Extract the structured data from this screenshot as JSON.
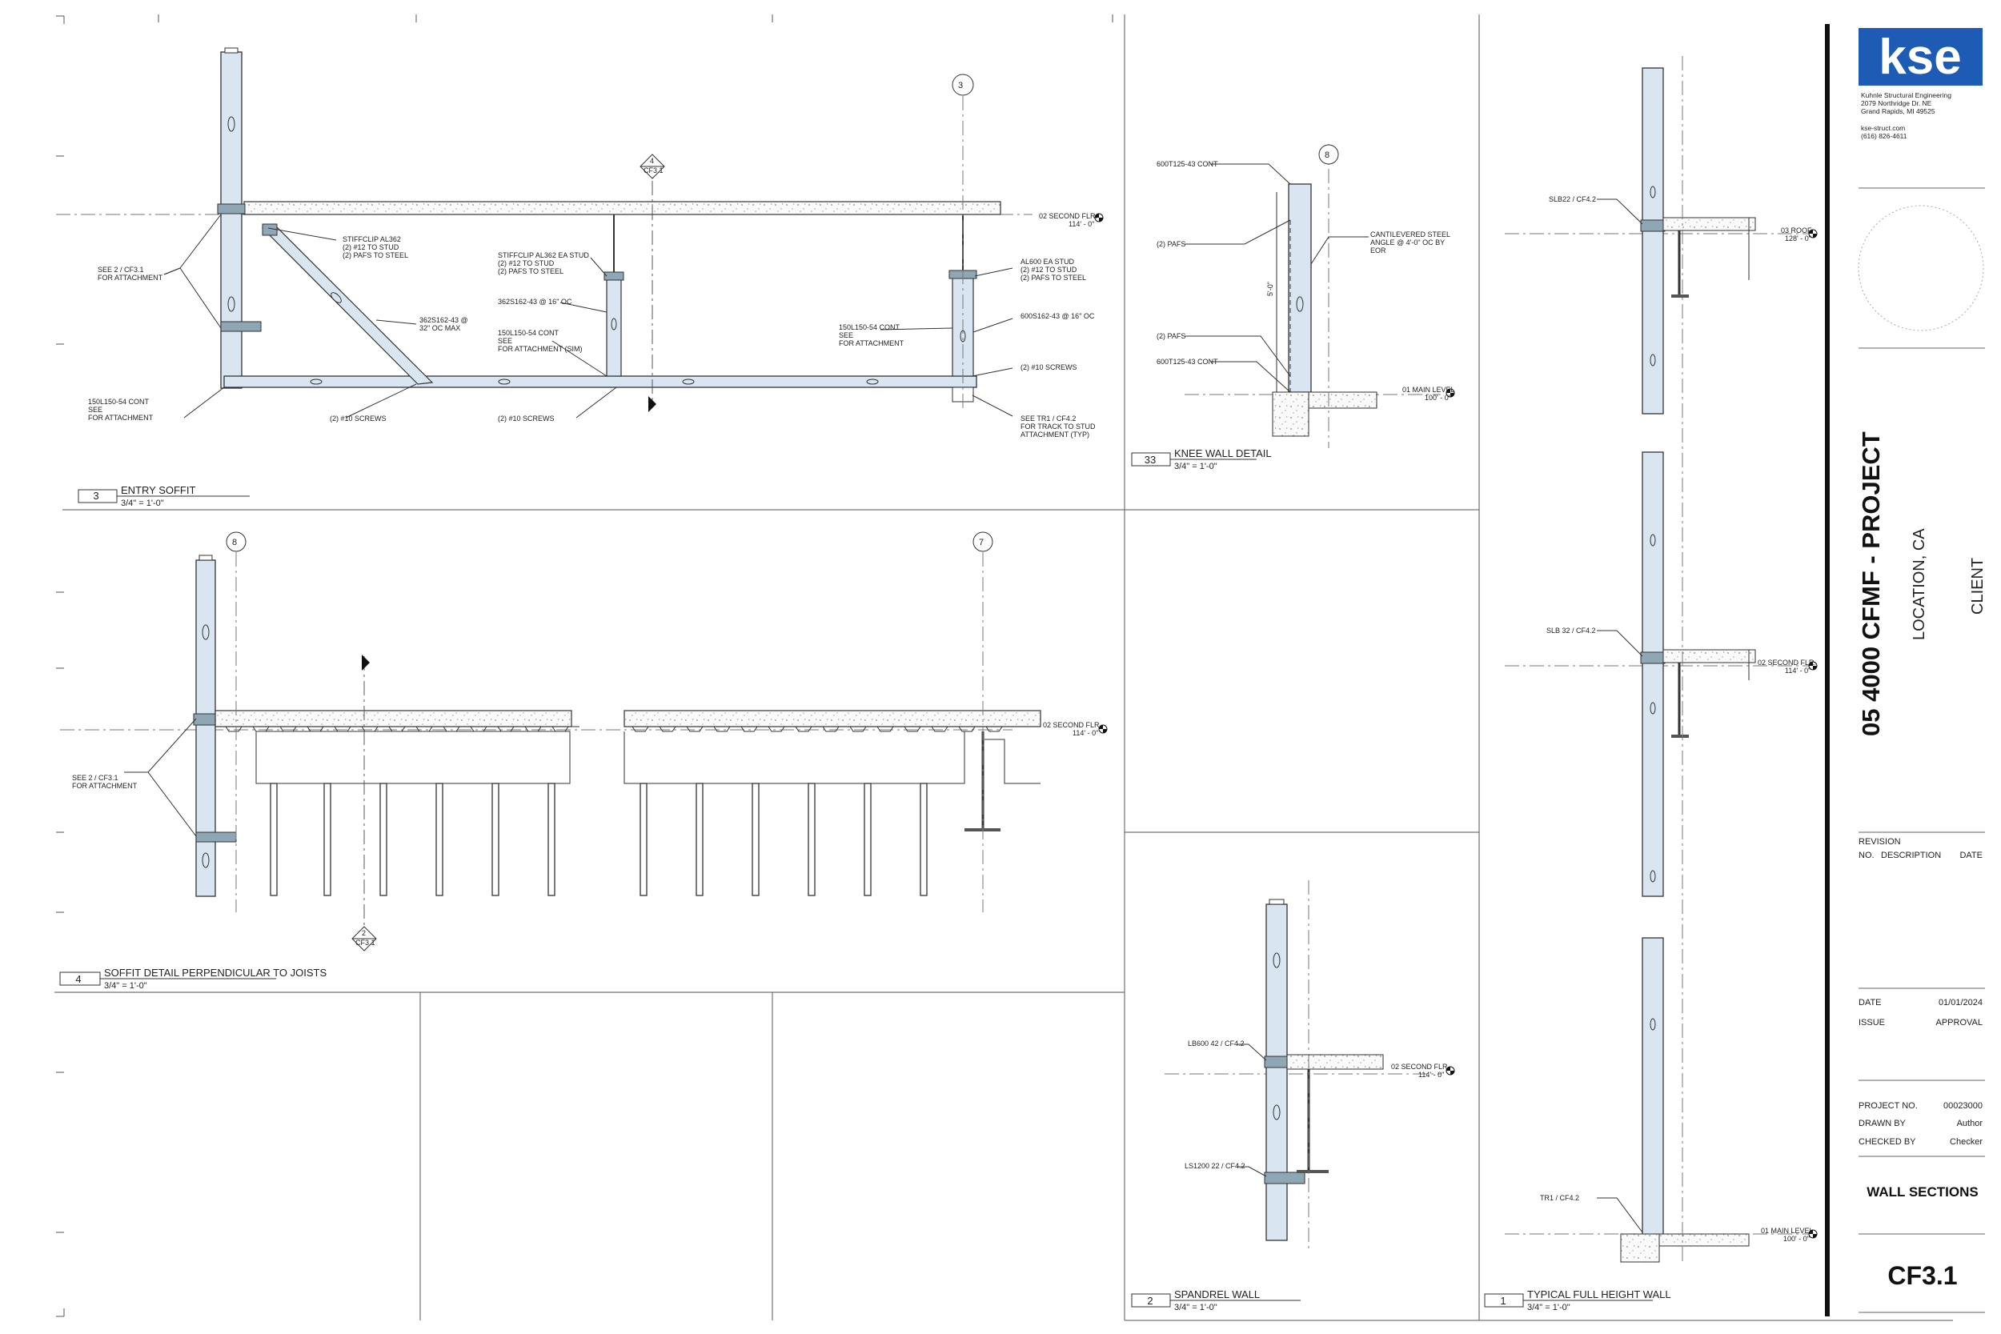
{
  "firm": {
    "logo": "kse",
    "name": "Kuhnle Structural Engineering",
    "address1": "2079 Northridge Dr. NE",
    "address2": "Grand Rapids, MI 49525",
    "web": "kse-struct.com",
    "phone": "(616) 826-4611",
    "brand_color": "#1e5bb5"
  },
  "project": {
    "title": "05 4000 CFMF - PROJECT",
    "location": "LOCATION, CA",
    "client": "CLIENT"
  },
  "revision": {
    "label": "REVISION",
    "col_no": "NO.",
    "col_desc": "DESCRIPTION",
    "col_date": "DATE"
  },
  "meta": {
    "date_label": "DATE",
    "date": "01/01/2024",
    "issue_label": "ISSUE",
    "issue": "APPROVAL",
    "project_no_label": "PROJECT NO.",
    "project_no": "00023000",
    "drawn_by_label": "DRAWN BY",
    "drawn_by": "Author",
    "checked_by_label": "CHECKED BY",
    "checked_by": "Checker"
  },
  "sheet": {
    "name": "WALL SECTIONS",
    "number": "CF3.1"
  },
  "details": {
    "d3": {
      "num": "3",
      "title": "ENTRY SOFFIT",
      "scale": "3/4\" = 1'-0\""
    },
    "d4": {
      "num": "4",
      "title": "SOFFIT DETAIL PERPENDICULAR TO JOISTS",
      "scale": "3/4\" = 1'-0\""
    },
    "d33": {
      "num": "33",
      "title": "KNEE WALL DETAIL",
      "scale": "3/4\" = 1'-0\""
    },
    "d2": {
      "num": "2",
      "title": "SPANDREL WALL",
      "scale": "3/4\" = 1'-0\""
    },
    "d1": {
      "num": "1",
      "title": "TYPICAL FULL HEIGHT WALL",
      "scale": "3/4\" = 1'-0\""
    }
  },
  "grids": {
    "g3": "3",
    "g8a": "8",
    "g8b": "8",
    "g7": "7"
  },
  "section_tags": {
    "s1_num": "4",
    "s1_sheet": "CF3.1",
    "s2_num": "2",
    "s2_sheet": "CF3.1"
  },
  "levels": {
    "second_flr": "02 SECOND FLR.",
    "second_elev": "114' - 0\"",
    "roof": "03 ROOF",
    "roof_elev": "128' - 0\"",
    "main": "01 MAIN LEVEL",
    "main_elev": "100' - 0\""
  },
  "notes": {
    "d3_see": "SEE 2 / CF3.1",
    "d3_see2": "FOR ATTACHMENT",
    "d3_stiff1": "STIFFCLIP AL362",
    "d3_stiff2": "(2) #12 TO STUD",
    "d3_stiff3": "(2) PAFS TO STEEL",
    "d3_stiffb1": "STIFFCLIP AL362 EA STUD",
    "d3_stiffb2": "(2) #12 TO STUD",
    "d3_stiffb3": "(2) PAFS TO STEEL",
    "d3_362a": "362S162-43 @ 16\" OC",
    "d3_362b1": "362S162-43 @",
    "d3_362b2": "32\" OC MAX",
    "d3_150a1": "150L150-54 CONT",
    "d3_150a2": "SEE",
    "d3_150a3": "FOR ATTACHMENT (SIM)",
    "d3_150b1": "150L150-54 CONT",
    "d3_150b2": "SEE",
    "d3_150b3": "FOR ATTACHMENT",
    "d3_150c1": "150L150-54 CONT",
    "d3_150c2": "SEE",
    "d3_150c3": "FOR ATTACHMENT",
    "d3_al1": "AL600 EA STUD",
    "d3_al2": "(2) #12 TO STUD",
    "d3_al3": "(2) PAFS TO STEEL",
    "d3_600s": "600S162-43 @ 16\" OC",
    "d3_scr1": "(2) #10 SCREWS",
    "d3_scr2": "(2) #10 SCREWS",
    "d3_scr3": "(2) #10 SCREWS",
    "d3_tr1": "SEE TR1 / CF4.2",
    "d3_tr2": "FOR TRACK TO STUD",
    "d3_tr3": "ATTACHMENT (TYP)",
    "d4_see": "SEE 2 / CF3.1",
    "d4_see2": "FOR ATTACHMENT",
    "d33_600t1": "600T125-43 CONT",
    "d33_600t2": "600T125-43 CONT",
    "d33_pafs1": "(2) PAFS",
    "d33_pafs2": "(2) PAFS",
    "d33_cant1": "CANTILEVERED STEEL",
    "d33_cant2": "ANGLE @ 4'-0\" OC BY",
    "d33_cant3": "EOR",
    "d33_dim": "5'-0\"",
    "d2_lb": "LB600 42 / CF4.2",
    "d2_ls": "LS1200 22 / CF4.2",
    "d1_slb822": "SLB22 / CF4.2",
    "d1_slb32": "SLB 32 / CF4.2",
    "d1_tr1": "TR1 / CF4.2"
  }
}
